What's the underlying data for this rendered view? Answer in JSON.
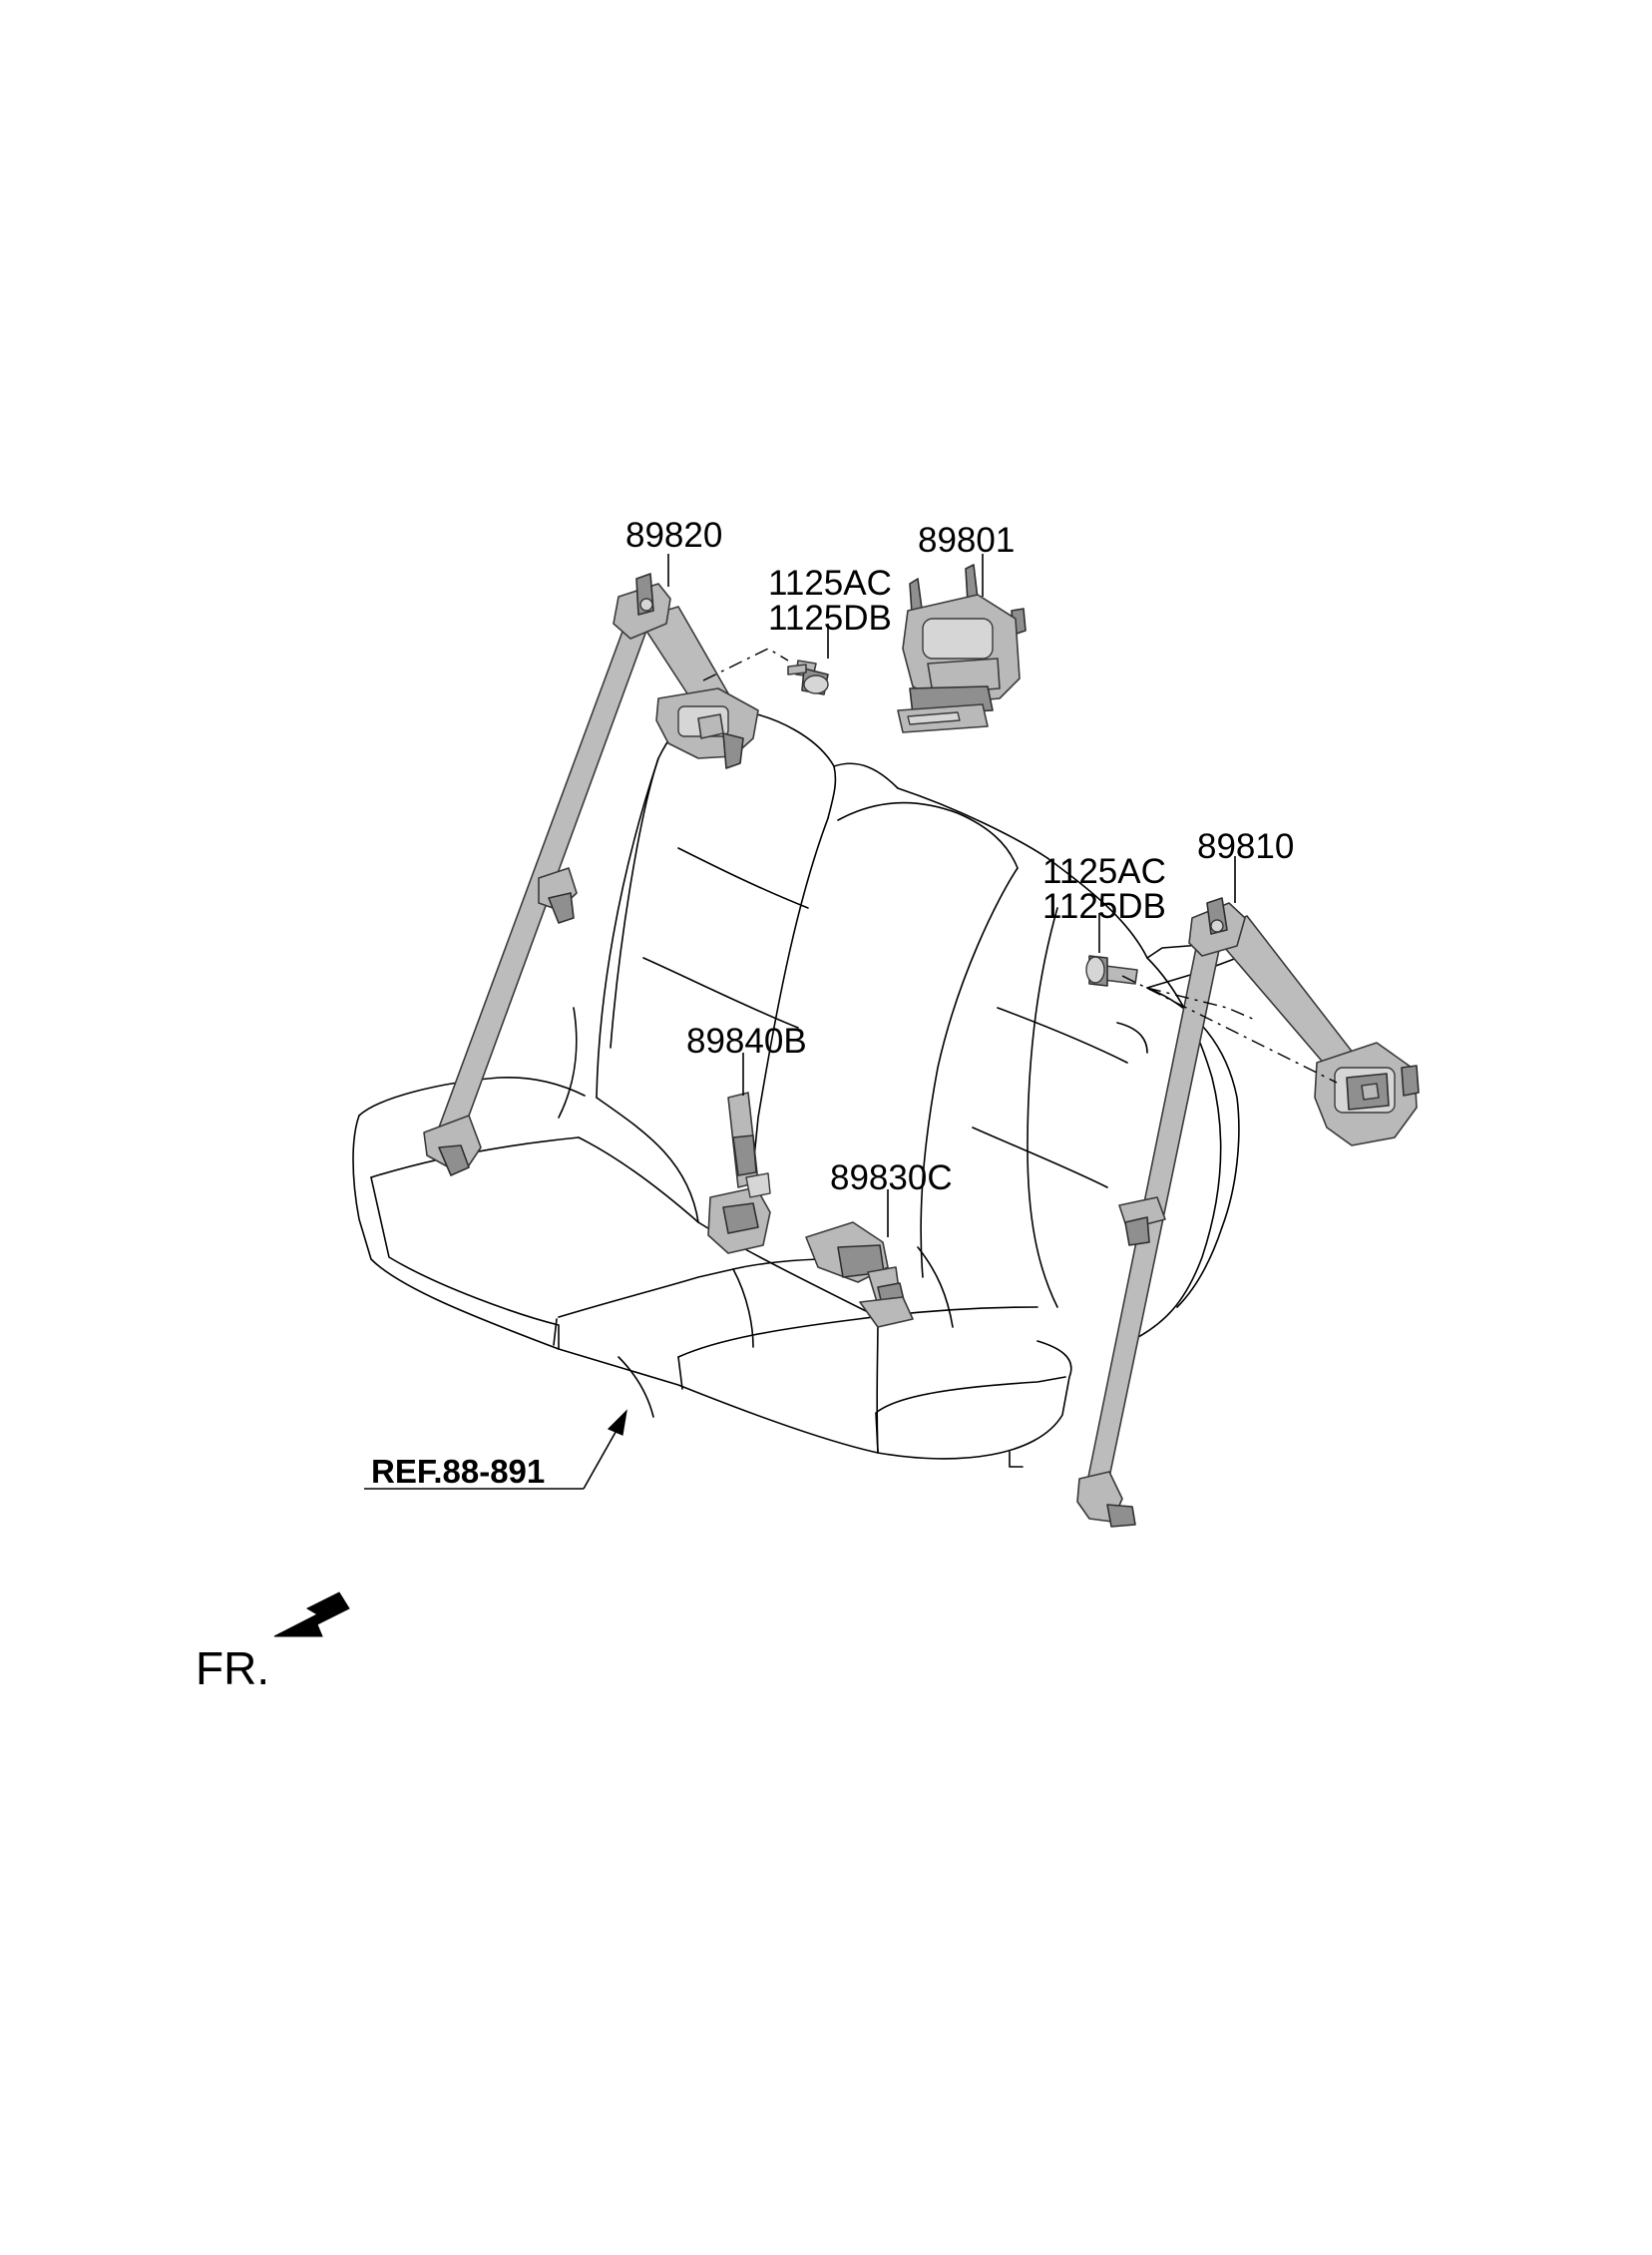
{
  "labels": {
    "part_89820": "89820",
    "part_89801": "89801",
    "bolt_top_ac": "1125AC",
    "bolt_top_db": "1125DB",
    "bolt_right_ac": "1125AC",
    "bolt_right_db": "1125DB",
    "part_89810": "89810",
    "part_89840B": "89840B",
    "part_89830C": "89830C",
    "reference": "REF.88-891",
    "front_indicator": "FR."
  },
  "colors": {
    "part_fill": "#b9b9b9",
    "line": "#000000",
    "background": "#ffffff"
  },
  "icons": {
    "front_direction": "arrow-down-left-icon"
  }
}
